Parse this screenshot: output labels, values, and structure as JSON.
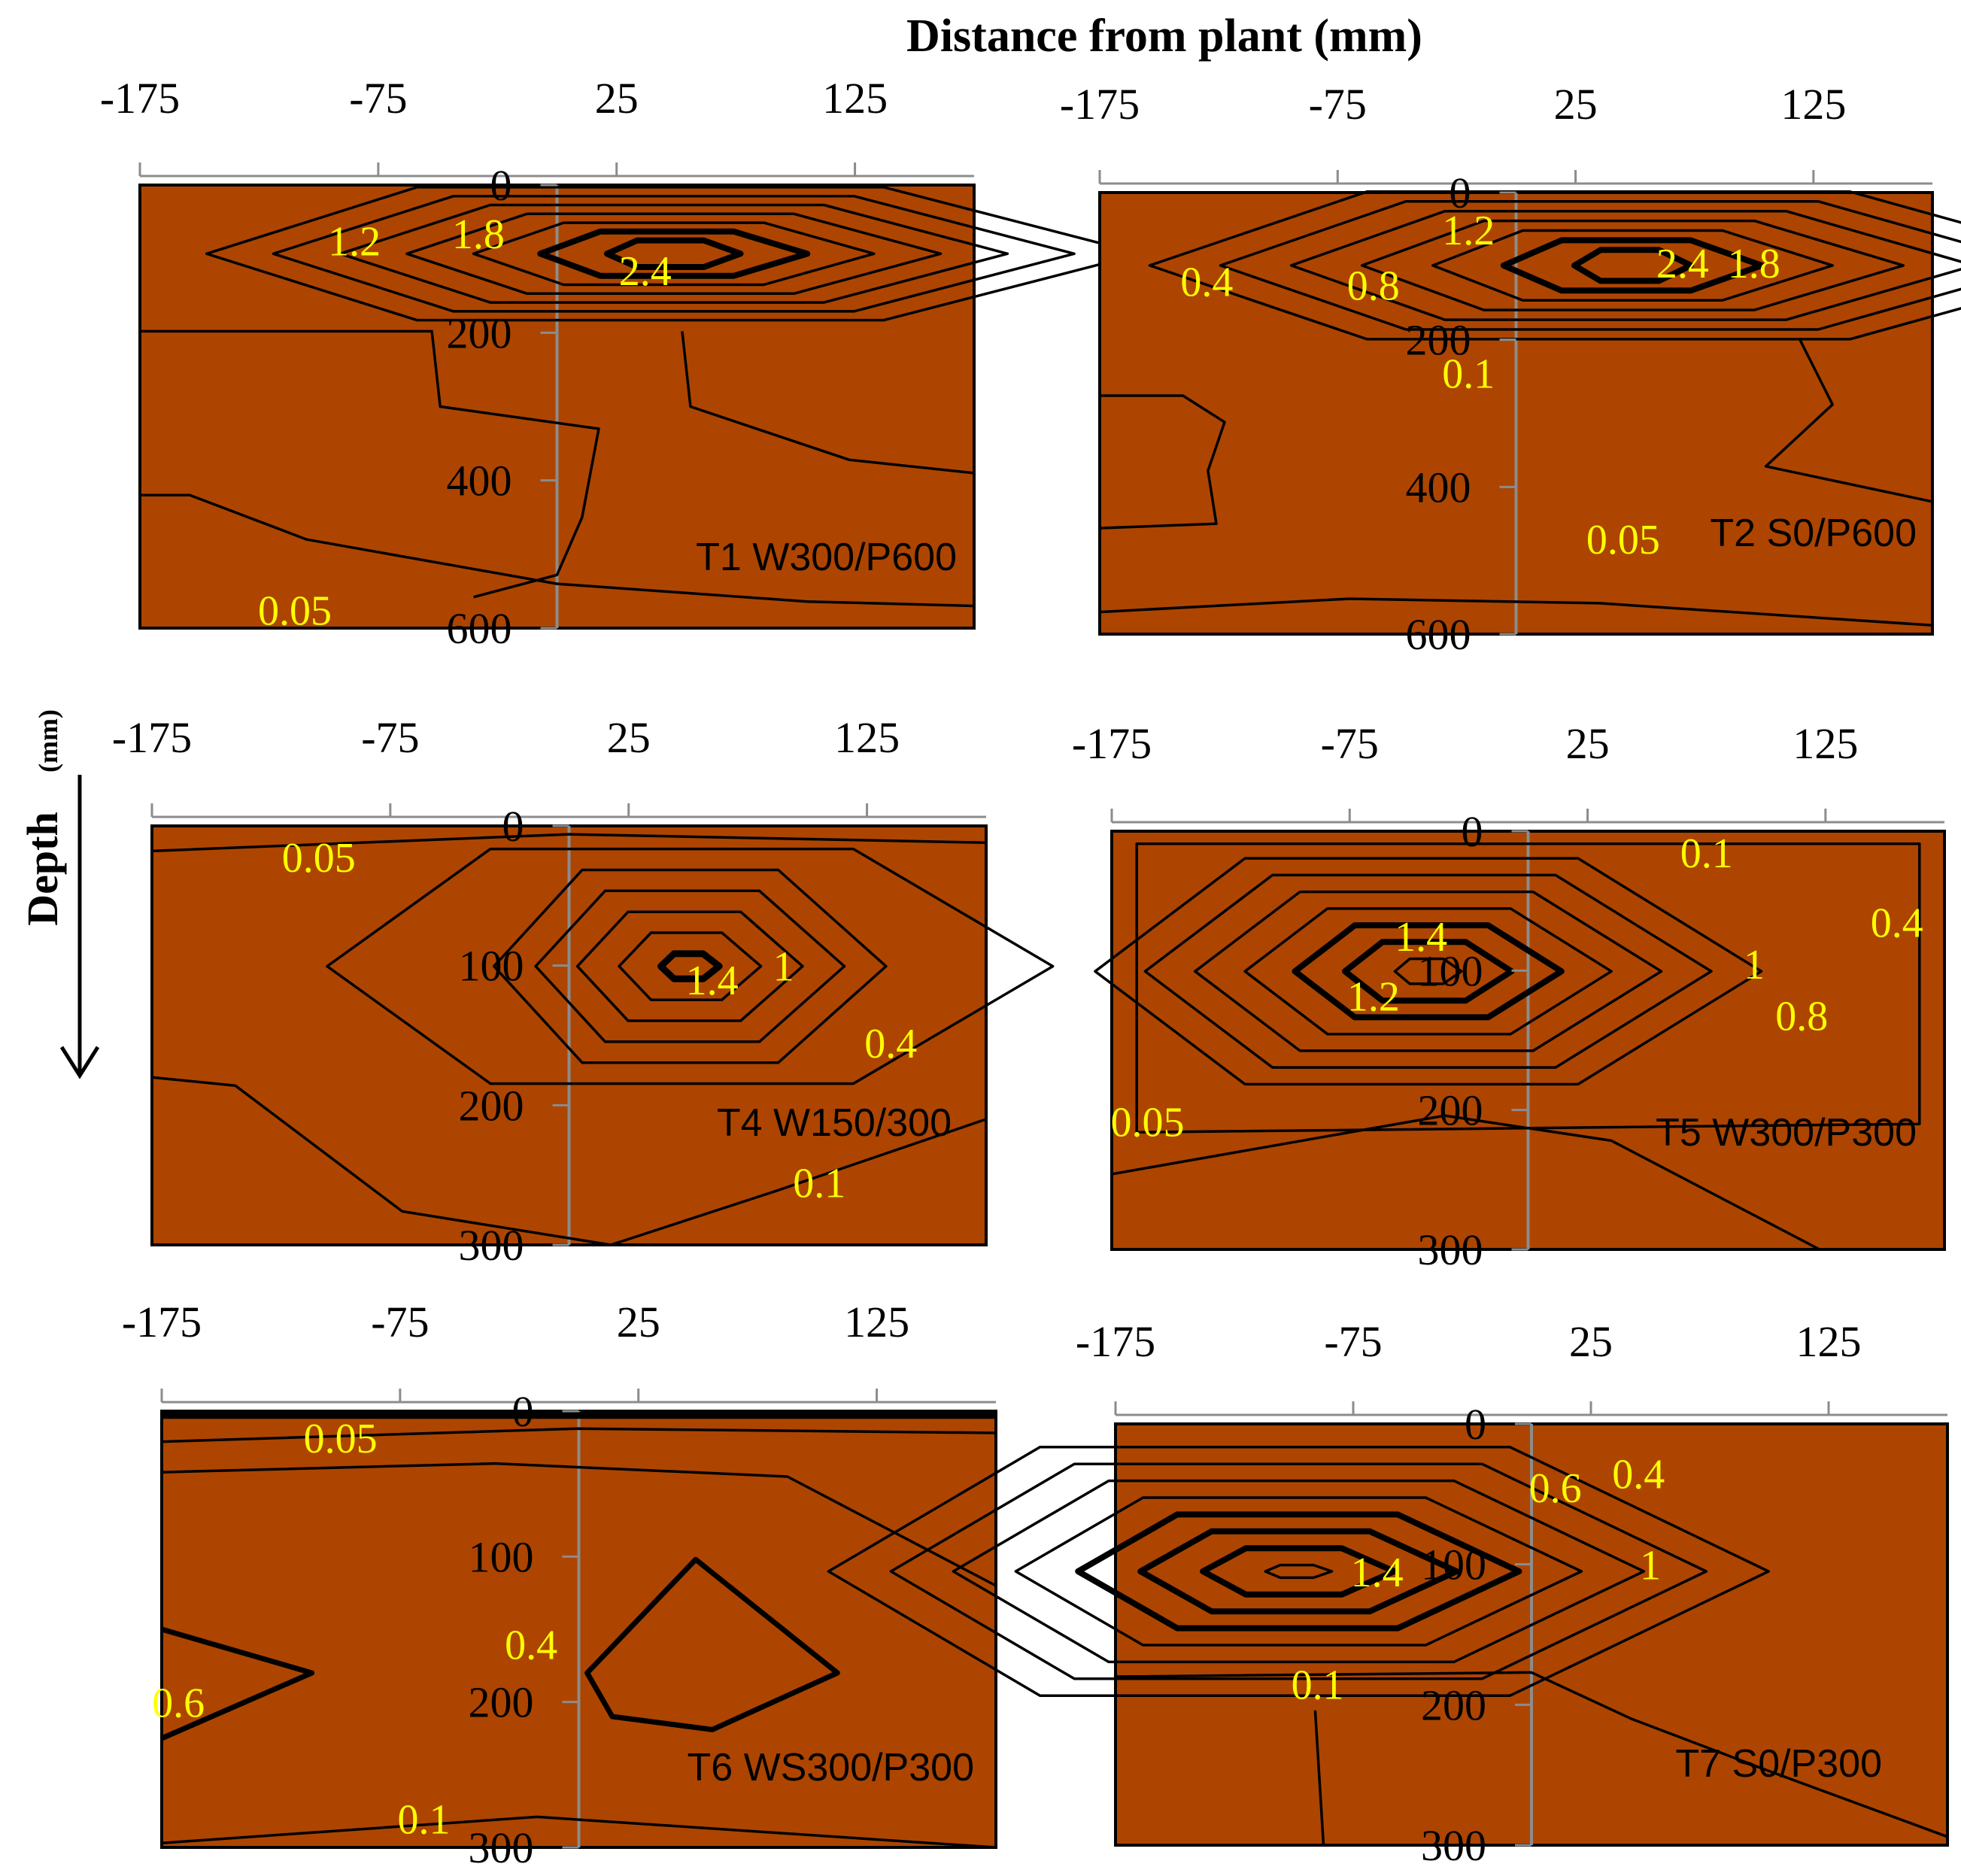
{
  "colors": {
    "fill": "#ad4500",
    "contour": "#000000",
    "label": "#ffff00",
    "grid": "#8c8c8c"
  },
  "figure": {
    "title": "Distance from plant (mm)",
    "ylabel": "Depth",
    "ylabel_unit": "(mm)"
  },
  "chart_data": [
    {
      "type": "contour",
      "id": "t1",
      "label": "T1 W300/P600",
      "xticks": [
        "-175",
        "-75",
        "25",
        "125"
      ],
      "yticks": [
        "0",
        "200",
        "400",
        "600"
      ],
      "xlim": [
        -175,
        175
      ],
      "ylim": [
        0,
        600
      ],
      "x_axis_position": "top",
      "contour_labels": [
        {
          "text": "1.2",
          "x": -85,
          "y": 75
        },
        {
          "text": "1.8",
          "x": -33,
          "y": 65
        },
        {
          "text": "2.4",
          "x": 37,
          "y": 115
        },
        {
          "text": "0.05",
          "x": -110,
          "y": 575
        }
      ]
    },
    {
      "type": "contour",
      "id": "t2",
      "label": "T2 S0/P600",
      "xticks": [
        "-175",
        "-75",
        "25",
        "125"
      ],
      "yticks": [
        "0",
        "200",
        "400",
        "600"
      ],
      "xlim": [
        -175,
        175
      ],
      "ylim": [
        0,
        600
      ],
      "x_axis_position": "top",
      "contour_labels": [
        {
          "text": "1.2",
          "x": -20,
          "y": 50
        },
        {
          "text": "0.4",
          "x": -130,
          "y": 120
        },
        {
          "text": "0.8",
          "x": -60,
          "y": 125
        },
        {
          "text": "2.4",
          "x": 70,
          "y": 95
        },
        {
          "text": "1.8",
          "x": 100,
          "y": 95
        },
        {
          "text": "0.1",
          "x": -20,
          "y": 245
        },
        {
          "text": "0.05",
          "x": 45,
          "y": 470
        }
      ]
    },
    {
      "type": "contour",
      "id": "t4",
      "label": "T4 W150/300",
      "xticks": [
        "-175",
        "-75",
        "25",
        "125"
      ],
      "yticks": [
        "0",
        "100",
        "200",
        "300"
      ],
      "xlim": [
        -175,
        175
      ],
      "ylim": [
        0,
        300
      ],
      "x_axis_position": "top",
      "contour_labels": [
        {
          "text": "0.05",
          "x": -105,
          "y": 22
        },
        {
          "text": "1.4",
          "x": 60,
          "y": 110
        },
        {
          "text": "1",
          "x": 90,
          "y": 100
        },
        {
          "text": "0.4",
          "x": 135,
          "y": 155
        },
        {
          "text": "0.1",
          "x": 105,
          "y": 255
        }
      ]
    },
    {
      "type": "contour",
      "id": "t5",
      "label": "T5 W300/P300",
      "xticks": [
        "-175",
        "-75",
        "25",
        "125"
      ],
      "yticks": [
        "0",
        "100",
        "200",
        "300"
      ],
      "xlim": [
        -175,
        175
      ],
      "ylim": [
        0,
        300
      ],
      "x_axis_position": "top",
      "contour_labels": [
        {
          "text": "0.1",
          "x": 75,
          "y": 15
        },
        {
          "text": "0.4",
          "x": 155,
          "y": 65
        },
        {
          "text": "1.4",
          "x": -45,
          "y": 75
        },
        {
          "text": "1.2",
          "x": -65,
          "y": 118
        },
        {
          "text": "1",
          "x": 95,
          "y": 95
        },
        {
          "text": "0.8",
          "x": 115,
          "y": 132
        },
        {
          "text": "0.05",
          "x": -160,
          "y": 208
        }
      ]
    },
    {
      "type": "contour",
      "id": "t6",
      "label": "T6 WS300/P300",
      "xticks": [
        "-175",
        "-75",
        "25",
        "125"
      ],
      "yticks": [
        "0",
        "100",
        "200",
        "300"
      ],
      "xlim": [
        -175,
        175
      ],
      "ylim": [
        0,
        300
      ],
      "x_axis_position": "top",
      "contour_labels": [
        {
          "text": "0.05",
          "x": -100,
          "y": 18
        },
        {
          "text": "0.4",
          "x": -20,
          "y": 160
        },
        {
          "text": "0.6",
          "x": -168,
          "y": 200
        },
        {
          "text": "0.1",
          "x": -65,
          "y": 280
        }
      ]
    },
    {
      "type": "contour",
      "id": "t7",
      "label": "T7 S0/P300",
      "xticks": [
        "-175",
        "-75",
        "25",
        "125"
      ],
      "yticks": [
        "0",
        "100",
        "200",
        "300"
      ],
      "xlim": [
        -175,
        175
      ],
      "ylim": [
        0,
        300
      ],
      "x_axis_position": "top",
      "contour_labels": [
        {
          "text": "0.6",
          "x": 10,
          "y": 45
        },
        {
          "text": "0.4",
          "x": 45,
          "y": 35
        },
        {
          "text": "1.4",
          "x": -65,
          "y": 105
        },
        {
          "text": "1",
          "x": 50,
          "y": 100
        },
        {
          "text": "0.1",
          "x": -90,
          "y": 185
        }
      ]
    }
  ]
}
